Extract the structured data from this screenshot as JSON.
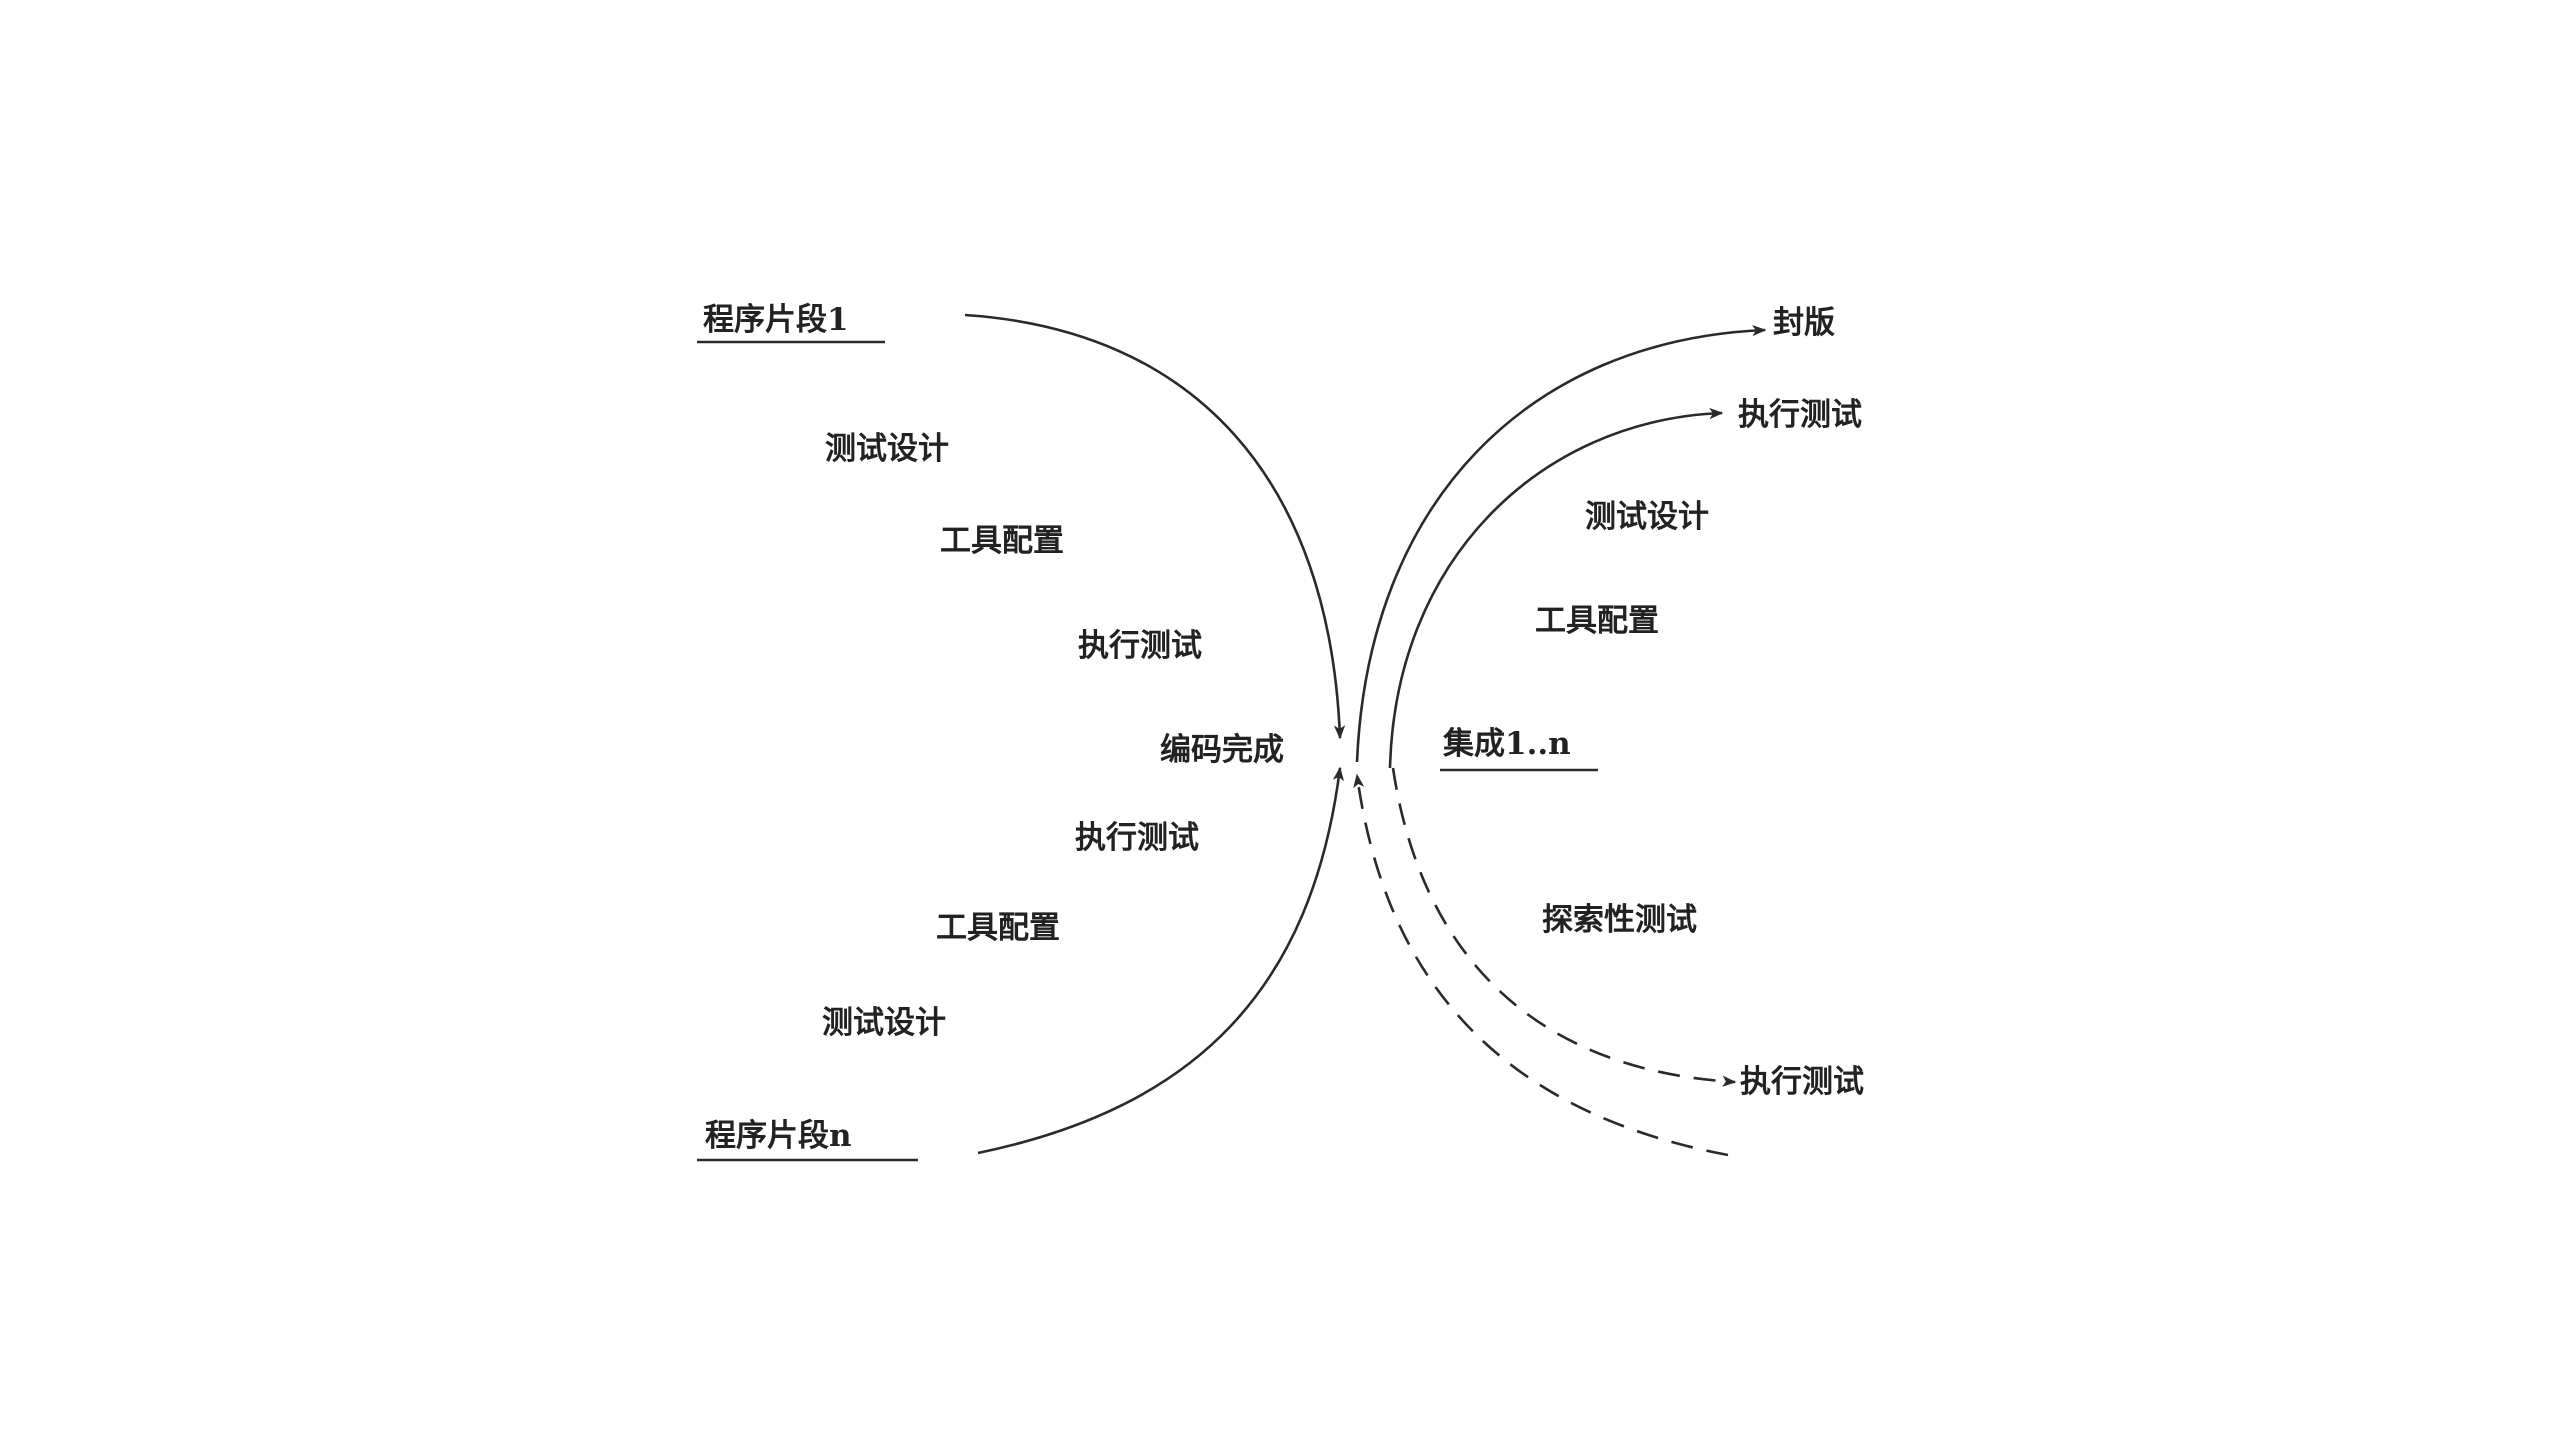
{
  "left_top": {
    "title": "程序片段1",
    "steps": [
      "测试设计",
      "工具配置",
      "执行测试"
    ]
  },
  "center": {
    "label": "编码完成"
  },
  "left_bottom": {
    "title": "程序片段n",
    "steps": [
      "执行测试",
      "工具配置",
      "测试设计"
    ]
  },
  "right_top": {
    "outputs": [
      "封版",
      "执行测试"
    ],
    "steps": [
      "测试设计",
      "工具配置"
    ],
    "integration": "集成1..n"
  },
  "right_bottom": {
    "step": "探索性测试",
    "output": "执行测试"
  }
}
